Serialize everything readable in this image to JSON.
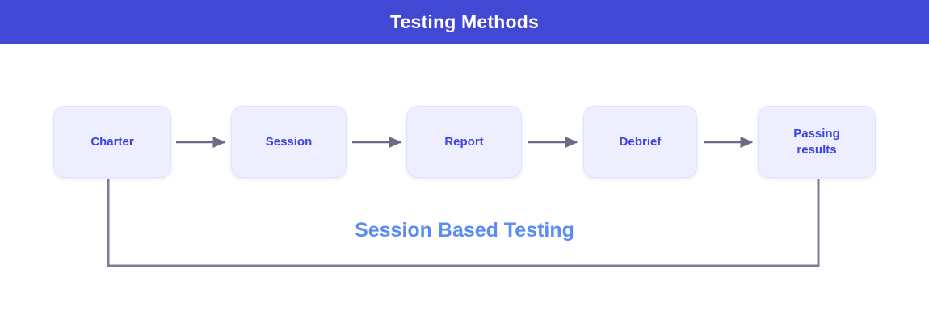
{
  "header": {
    "title": "Testing Methods",
    "background_color": "#4149d4",
    "text_color": "#ffffff"
  },
  "diagram": {
    "type": "flowchart",
    "orientation": "horizontal",
    "box_fill_color": "#eeeffe",
    "box_text_color": "#3b43e6",
    "arrow_color": "#6b6d84",
    "loop_line_color": "#7a7c91",
    "nodes": [
      {
        "id": "charter",
        "label": "Charter"
      },
      {
        "id": "session",
        "label": "Session"
      },
      {
        "id": "report",
        "label": "Report"
      },
      {
        "id": "debrief",
        "label": "Debrief"
      },
      {
        "id": "passing-results",
        "label": "Passing\nresults"
      }
    ],
    "connectors": [
      {
        "from": "charter",
        "to": "session",
        "style": "arrow"
      },
      {
        "from": "session",
        "to": "report",
        "style": "arrow"
      },
      {
        "from": "report",
        "to": "debrief",
        "style": "arrow"
      },
      {
        "from": "debrief",
        "to": "passing-results",
        "style": "arrow"
      }
    ],
    "feedback_loop": {
      "from": "passing-results",
      "to": "charter",
      "caption": "Session Based Testing",
      "caption_color": "#5b8cf0",
      "style": "orthogonal-line"
    }
  }
}
